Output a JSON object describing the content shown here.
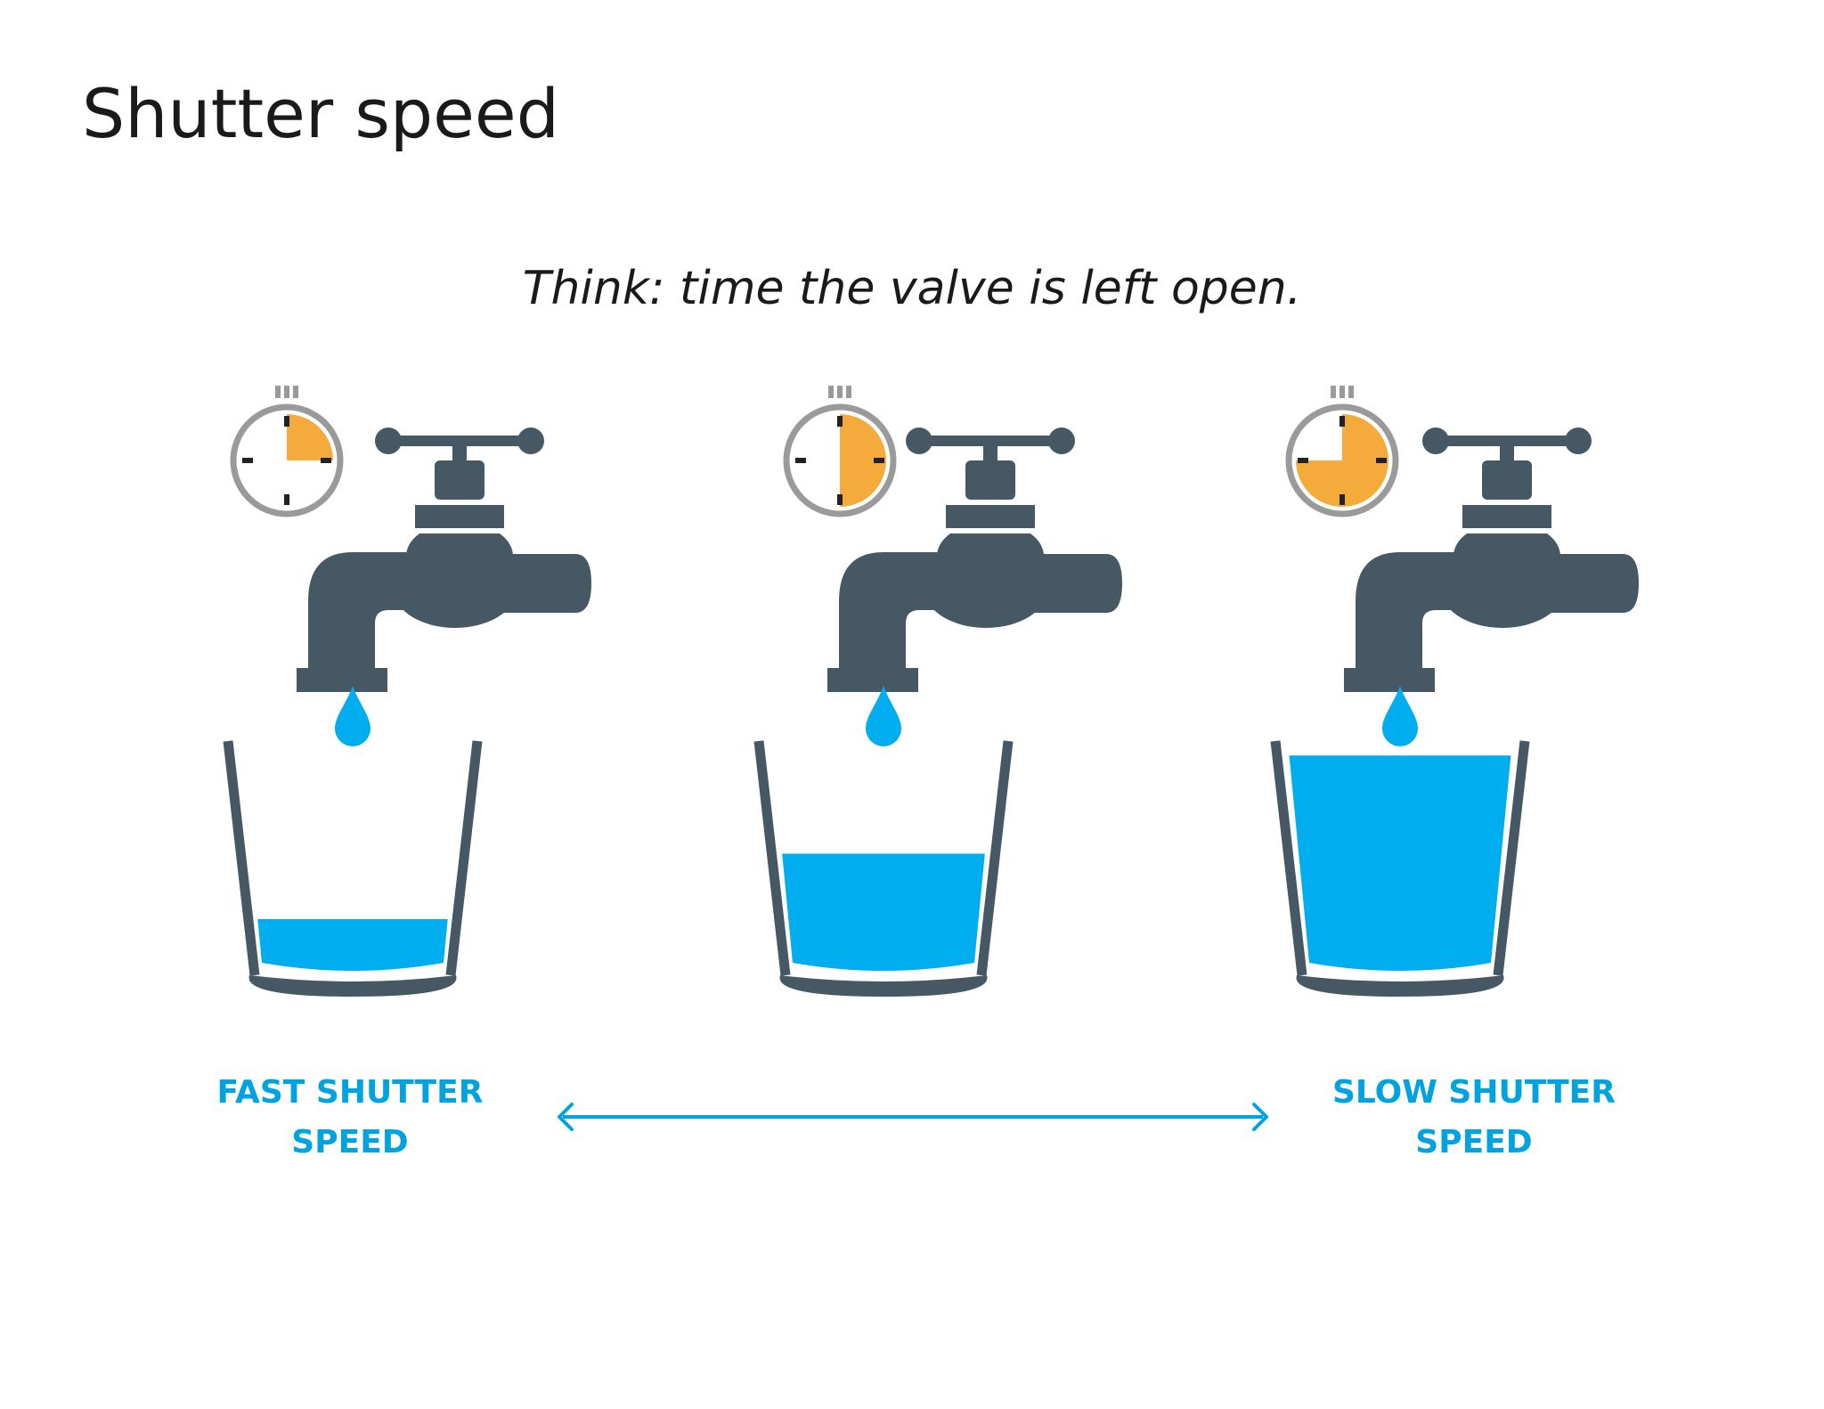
{
  "title": "Shutter speed",
  "subtitle": "Think: time the valve is left open.",
  "colors": {
    "faucet": "#465863",
    "water": "#00adee",
    "timer_fill": "#f5ab3c",
    "timer_ring": "#9a9a9a",
    "label": "#00a3e0"
  },
  "panels": [
    {
      "id": "fast",
      "timer_fraction": 0.25,
      "water_level": 0.2
    },
    {
      "id": "medium",
      "timer_fraction": 0.5,
      "water_level": 0.5
    },
    {
      "id": "slow",
      "timer_fraction": 0.75,
      "water_level": 0.95
    }
  ],
  "labels": {
    "fast": [
      "FAST SHUTTER",
      "SPEED"
    ],
    "slow": [
      "SLOW SHUTTER",
      "SPEED"
    ]
  },
  "arrow": {
    "direction": "both"
  }
}
